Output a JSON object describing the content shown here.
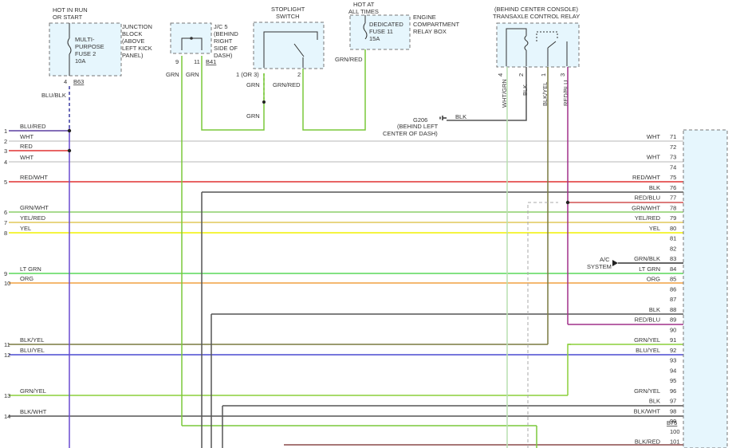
{
  "header": {
    "hot_in_run_1": "HOT IN RUN",
    "hot_in_run_2": "OR START",
    "junction_block": [
      "JUNCTION",
      "BLOCK",
      "(ABOVE",
      "LEFT KICK",
      "PANEL)"
    ],
    "fuse2": [
      "MULTI-",
      "PURPOSE",
      "FUSE 2",
      "10A"
    ],
    "fuse2_pin": "4",
    "fuse2_conn": "B63",
    "jc5": [
      "J/C 5",
      "(BEHIND",
      "RIGHT",
      "SIDE OF",
      "DASH)"
    ],
    "jc5_pin_a": "9",
    "jc5_pin_b": "11",
    "jc5_conn": "B41",
    "stoplight": [
      "STOPLIGHT",
      "SWITCH"
    ],
    "stop_pin_a": "1 (OR 3)",
    "stop_pin_b": "2",
    "hot_all_times": [
      "HOT AT",
      "ALL TIMES"
    ],
    "fuse11": [
      "DEDICATED",
      "FUSE 11",
      "15A"
    ],
    "engine_box": [
      "ENGINE",
      "COMPARTMENT",
      "RELAY BOX"
    ],
    "relay_title_1": "(BEHIND CENTER CONSOLE)",
    "relay_title_2": "TRANSAXLE CONTROL RELAY",
    "relay_pins": [
      "4",
      "2",
      "1",
      "3"
    ],
    "ground_label": "G206",
    "ground_note": [
      "(BEHIND LEFT",
      "CENTER OF DASH)"
    ],
    "ac_label": [
      "A/C",
      "SYSTEM"
    ],
    "conn_b75": "B75"
  },
  "wire_labels": {
    "blu_blk": "BLU/BLK",
    "grn": "GRN",
    "grn_red": "GRN/RED",
    "blk": "BLK",
    "wht_grn": "WHT/GRN",
    "blk_yel": "BLK/YEL",
    "red_blu": "RED/BLU"
  },
  "left_terminals": [
    {
      "num": "1",
      "label": "BLU/RED",
      "color": "#5b3fa0"
    },
    {
      "num": "2",
      "label": "WHT",
      "color": "#cfcfcf"
    },
    {
      "num": "3",
      "label": "RED",
      "color": "#e03030"
    },
    {
      "num": "4",
      "label": "WHT",
      "color": "#cfcfcf"
    },
    {
      "num": "5",
      "label": "RED/WHT",
      "color": "#e03030"
    },
    {
      "num": "6",
      "label": "GRN/WHT",
      "color": "#8ccf6a"
    },
    {
      "num": "7",
      "label": "YEL/RED",
      "color": "#e0c85a"
    },
    {
      "num": "8",
      "label": "YEL",
      "color": "#f0f000"
    },
    {
      "num": "9",
      "label": "LT GRN",
      "color": "#5ad85a"
    },
    {
      "num": "10",
      "label": "ORG",
      "color": "#f0a040"
    },
    {
      "num": "11",
      "label": "BLK/YEL",
      "color": "#7a7a40"
    },
    {
      "num": "12",
      "label": "BLU/YEL",
      "color": "#4a4ad0"
    },
    {
      "num": "13",
      "label": "GRN/YEL",
      "color": "#8ccf3a"
    },
    {
      "num": "14",
      "label": "BLK/WHT",
      "color": "#555555"
    }
  ],
  "right_terminals": [
    {
      "num": "71",
      "label": "WHT"
    },
    {
      "num": "72",
      "label": ""
    },
    {
      "num": "73",
      "label": "WHT"
    },
    {
      "num": "74",
      "label": ""
    },
    {
      "num": "75",
      "label": "RED/WHT"
    },
    {
      "num": "76",
      "label": "BLK"
    },
    {
      "num": "77",
      "label": "RED/BLU"
    },
    {
      "num": "78",
      "label": "GRN/WHT"
    },
    {
      "num": "79",
      "label": "YEL/RED"
    },
    {
      "num": "80",
      "label": "YEL"
    },
    {
      "num": "81",
      "label": ""
    },
    {
      "num": "82",
      "label": ""
    },
    {
      "num": "83",
      "label": "GRN/BLK"
    },
    {
      "num": "84",
      "label": "LT GRN"
    },
    {
      "num": "85",
      "label": "ORG"
    },
    {
      "num": "86",
      "label": ""
    },
    {
      "num": "87",
      "label": ""
    },
    {
      "num": "88",
      "label": "BLK"
    },
    {
      "num": "89",
      "label": "RED/BLU"
    },
    {
      "num": "90",
      "label": ""
    },
    {
      "num": "91",
      "label": "GRN/YEL"
    },
    {
      "num": "92",
      "label": "BLU/YEL"
    },
    {
      "num": "93",
      "label": ""
    },
    {
      "num": "94",
      "label": ""
    },
    {
      "num": "95",
      "label": ""
    },
    {
      "num": "96",
      "label": "GRN/YEL"
    },
    {
      "num": "97",
      "label": "BLK"
    },
    {
      "num": "98",
      "label": "BLK/WHT"
    },
    {
      "num": "99",
      "label": ""
    },
    {
      "num": "100",
      "label": ""
    },
    {
      "num": "101",
      "label": "BLK/RED"
    }
  ]
}
